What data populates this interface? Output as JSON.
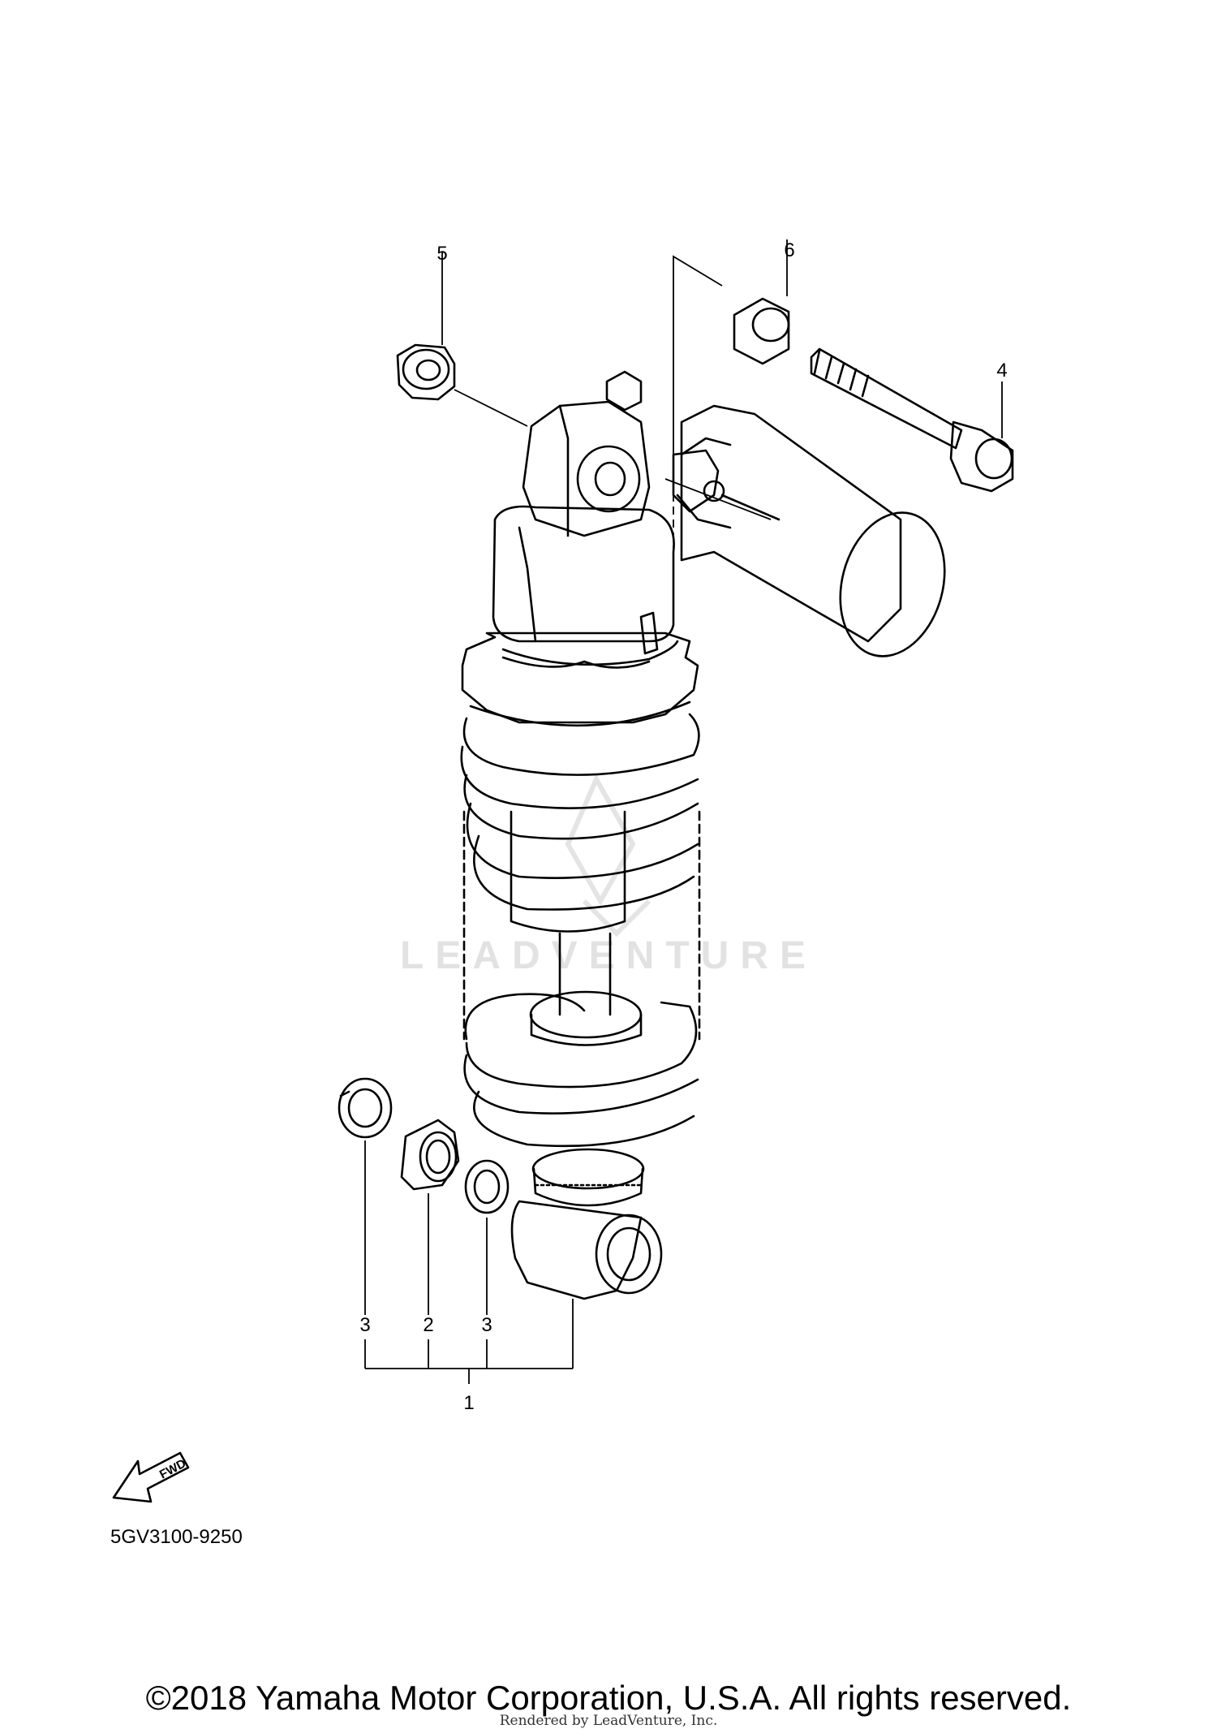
{
  "watermark": "LEADVENTURE",
  "callouts": {
    "c1": "1",
    "c2": "2",
    "c3a": "3",
    "c3b": "3",
    "c4": "4",
    "c5": "5",
    "c6": "6"
  },
  "fwd_label": "FWD",
  "part_code": "5GV3100-9250",
  "copyright": "©2018 Yamaha Motor Corporation, U.S.A. All rights reserved.",
  "rendered_by": "Rendered by LeadVenture, Inc."
}
